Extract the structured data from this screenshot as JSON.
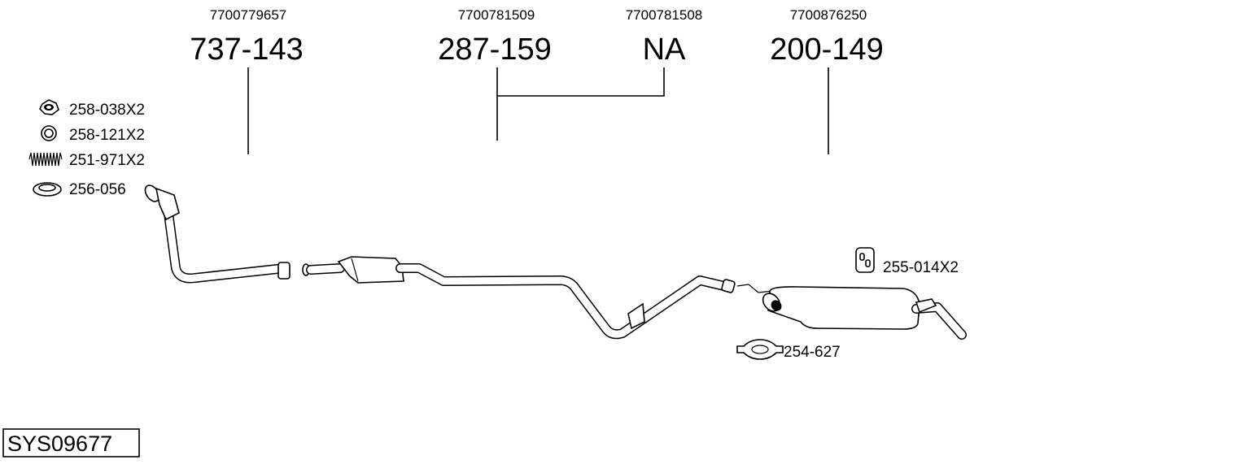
{
  "parts": [
    {
      "oe_number": "7700779657",
      "part_number": "737-143"
    },
    {
      "oe_number": "7700781509",
      "part_number": "287-159"
    },
    {
      "oe_number": "7700781508",
      "part_number": "NA"
    },
    {
      "oe_number": "7700876250",
      "part_number": "200-149"
    }
  ],
  "accessories": [
    {
      "label": "258-038X2",
      "icon": "nut-icon"
    },
    {
      "label": "258-121X2",
      "icon": "washer-icon"
    },
    {
      "label": "251-971X2",
      "icon": "spring-icon"
    },
    {
      "label": "256-056",
      "icon": "gasket-ring-icon"
    },
    {
      "label": "255-014X2",
      "icon": "rubber-hanger-icon"
    },
    {
      "label": "254-627",
      "icon": "pipe-clamp-icon"
    }
  ],
  "system_code": "SYS09677"
}
